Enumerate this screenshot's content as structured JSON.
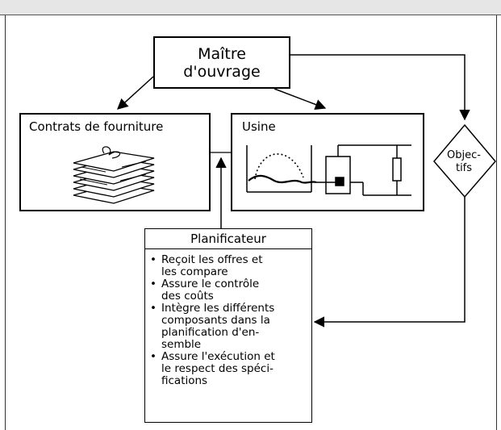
{
  "maitre": {
    "line1": "Maître",
    "line2": "d'ouvrage"
  },
  "contrats": {
    "label": "Contrats de fourniture"
  },
  "usine": {
    "label": "Usine"
  },
  "objectifs": {
    "label": "Objec-\ntifs"
  },
  "planificateur": {
    "title": "Planificateur",
    "items": [
      "Reçoit les offres et\nles compare",
      "Assure le contrôle\ndes coûts",
      "Intègre les différents\ncomposants dans la\nplanification d'en-\nsemble",
      "Assure l'exécution et\nle respect des spéci-\nfications"
    ]
  }
}
